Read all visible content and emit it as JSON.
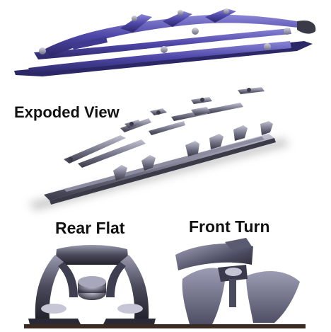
{
  "labels": {
    "exploded": "Expoded View",
    "rear": "Rear Flat",
    "front": "Front Turn"
  },
  "colors": {
    "frame": "#4e47a8",
    "frame_light": "#8a86d6",
    "frame_dark": "#2c2766",
    "metal": "#6c6c80",
    "metal_light": "#b9b9cc",
    "metal_dark": "#3a3a48",
    "ground": "#3a2a22"
  }
}
